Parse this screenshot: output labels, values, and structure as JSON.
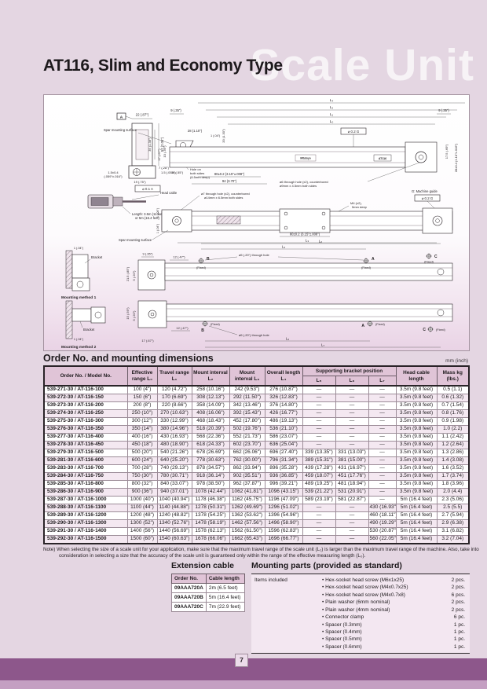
{
  "page": {
    "title": "AT116, Slim and Economy Type",
    "watermark": "Scale Unit",
    "page_number": "7",
    "colors": {
      "background": "#e4d6e2",
      "footer_bar": "#8d578b",
      "table_header": "#e0c4d7",
      "watermark": "#ffffff"
    }
  },
  "drawing": {
    "datum_a": "A",
    "dim_22": "22 (.87\")",
    "dim_35": "35 (1.38\")",
    "dim_52": "52 (2.05\")",
    "dim_1_5a": "1.5±0.4",
    "dim_1_5a2": "(.059\"±.016\")",
    "dim_19": "19 (.75\")",
    "dim_1_5b": "1.5 (.059\")",
    "fcf_01a": "⌀ 0.1  A",
    "dim_9": "9 (.35\")",
    "spar": "Spar mounting surface",
    "dim_28": "28 (1.10\")",
    "dim_1": "1 (.04\")",
    "dim_33": "33 (1.30\")",
    "dim_17": "17 (.67\")",
    "dim_10": "10 (.39\")",
    "dim_7": "7 (.28\")",
    "dim_14": "14 (.55\")",
    "hole_a1": "Hole on",
    "hole_a2": "both sides",
    "hole_a3": "(6.5mm deep)",
    "L0": "L₀",
    "L1": "L₁",
    "L2": "L₂",
    "L3": "L₃",
    "L4": "L₄",
    "L5": "L₅",
    "L6": "L₆",
    "L7": "L₇",
    "fcf_02g": "⌀ 0.2  G",
    "dim_17_5": "17.5 (.69\")",
    "dim_28b": "28±0.4 (1.10\"±.016\")",
    "hole6_1": "⌀6 through hole (x2), counterbored",
    "hole6_2": "⌀9mm x 4.5mm both sides",
    "dim_80": "80±0.2 (3.15\"±.008\")",
    "dim_94": "94 (3.70\")",
    "head_cable": "Head cable",
    "len_1": "Length: 3.5m (11 feet)",
    "len_2": "or 5m (16.4 feet)",
    "hole7_1": "⌀7 through hole (x2), counterbored",
    "hole7_2": "⌀14mm x 6.5mm both sides",
    "m4_1": "M4 (x2),",
    "m4_2": "5mm deep",
    "guide": "G: Machine guide",
    "brand": "Mitutoyo",
    "scale_mark": "AT116",
    "bracket": "Bracket",
    "method1": "Mounting method 1",
    "method2": "Mounting method 2",
    "dim_12": "12 (.47\")",
    "dim_21_5": "21.5 (.85\")",
    "dim_5": "5 (.20\")",
    "dim_15": "15 (.59\")",
    "hole5": "⌀5 (.20\") through hole",
    "fixed": "(Fixed)",
    "pt_a": "A",
    "pt_b": "B",
    "pt_c": "C"
  },
  "order_table": {
    "title": "Order No. and mounting dimensions",
    "units": "mm (inch)",
    "headers": {
      "order": "Order No. / Model No.",
      "effective": "Effective range L₀",
      "travel": "Travel range L₁",
      "mount2": "Mount interval L₂",
      "mount3": "Mount interval L₃",
      "overall": "Overall length L₄",
      "bracket": "Supporting bracket position",
      "l5": "L₅",
      "l6": "L₆",
      "l7": "L₇",
      "cable": "Head cable length",
      "mass": "Mass kg (lbs.)"
    },
    "rows": [
      [
        "539-271-30 / AT-116-100",
        "100 (4\")",
        "120 (4.72\")",
        "258 (10.16\")",
        "242 (9.53\")",
        "276 (10.87\")",
        "—",
        "—",
        "—",
        "3.5m (9.8 feet)",
        "0.5 (1.1)"
      ],
      [
        "539-272-30 / AT-116-150",
        "150 (6\")",
        "170 (6.69\")",
        "308 (12.13\")",
        "292 (11.50\")",
        "326 (12.83\")",
        "—",
        "—",
        "—",
        "3.5m (9.8 feet)",
        "0.6 (1.32)"
      ],
      [
        "539-273-30 / AT-116-200",
        "200 (8\")",
        "220 (8.66\")",
        "358 (14.09\")",
        "342 (13.46\")",
        "376 (14.80\")",
        "—",
        "—",
        "—",
        "3.5m (9.8 feet)",
        "0.7 (1.54)"
      ],
      [
        "539-274-30 / AT-116-250",
        "250 (10\")",
        "270 (10.63\")",
        "408 (16.06\")",
        "392 (15.43\")",
        "426 (16.77\")",
        "—",
        "—",
        "—",
        "3.5m (9.8 feet)",
        "0.8 (1.76)"
      ],
      [
        "539-275-30 / AT-116-300",
        "300 (12\")",
        "330 (12.99\")",
        "468 (18.43\")",
        "452 (17.80\")",
        "486 (19.13\")",
        "—",
        "—",
        "—",
        "3.5m (9.8 feet)",
        "0.9 (1.98)"
      ],
      [
        "539-276-30 / AT-116-350",
        "350 (14\")",
        "380 (14.96\")",
        "518 (20.39\")",
        "502 (19.76\")",
        "536 (21.10\")",
        "—",
        "—",
        "—",
        "3.5m (9.8 feet)",
        "1.0 (2.2)"
      ],
      [
        "539-277-30 / AT-116-400",
        "400 (16\")",
        "430 (16.93\")",
        "568 (22.36\")",
        "552 (21.73\")",
        "586 (23.07\")",
        "—",
        "—",
        "—",
        "3.5m (9.8 feet)",
        "1.1 (2.42)"
      ],
      [
        "539-278-30 / AT-116-450",
        "450 (18\")",
        "480 (18.90\")",
        "618 (24.33\")",
        "602 (23.70\")",
        "636 (25.04\")",
        "—",
        "—",
        "—",
        "3.5m (9.8 feet)",
        "1.2 (2.64)"
      ],
      [
        "539-279-30 / AT-116-500",
        "500 (20\")",
        "540 (21.26\")",
        "678 (26.69\")",
        "662 (26.06\")",
        "696 (27.40\")",
        "339 (13.35\")",
        "331 (13.03\")",
        "—",
        "3.5m (9.8 feet)",
        "1.3 (2.86)"
      ],
      [
        "539-281-30 / AT-116-600",
        "600 (24\")",
        "640 (25.20\")",
        "778 (30.63\")",
        "762 (30.00\")",
        "796 (31.34\")",
        "389 (15.31\")",
        "381 (15.00\")",
        "—",
        "3.5m (9.8 feet)",
        "1.4 (3.08)"
      ],
      [
        "539-283-30 / AT-116-700",
        "700 (28\")",
        "740 (29.13\")",
        "878 (34.57\")",
        "862 (33.94\")",
        "896 (35.28\")",
        "439 (17.28\")",
        "431 (16.97\")",
        "—",
        "3.5m (9.8 feet)",
        "1.6 (3.52)"
      ],
      [
        "539-284-30 / AT-116-750",
        "750 (30\")",
        "780 (30.71\")",
        "918 (36.14\")",
        "902 (35.51\")",
        "936 (36.85\")",
        "459 (18.07\")",
        "451 (17.76\")",
        "—",
        "3.5m (9.8 feet)",
        "1.7 (3.74)"
      ],
      [
        "539-285-30 / AT-116-800",
        "800 (32\")",
        "840 (33.07\")",
        "978 (38.50\")",
        "962 (37.87\")",
        "996 (39.21\")",
        "489 (19.25\")",
        "481 (18.94\")",
        "—",
        "3.5m (9.8 feet)",
        "1.8 (3.96)"
      ],
      [
        "539-286-30 / AT-116-900",
        "900 (36\")",
        "940 (37.01\")",
        "1078 (42.44\")",
        "1062 (41.81\")",
        "1096 (43.15\")",
        "539 (21.22\")",
        "531 (20.91\")",
        "—",
        "3.5m (9.8 feet)",
        "2.0 (4.4)"
      ],
      [
        "539-287-30 / AT-116-1000",
        "1000 (40\")",
        "1040 (40.94\")",
        "1178 (46.38\")",
        "1162 (45.75\")",
        "1196 (47.09\")",
        "589 (23.19\")",
        "581 (22.87\")",
        "—",
        "5m (16.4 feet)",
        "2.3 (5.06)"
      ],
      [
        "539-288-30 / AT-116-1100",
        "1100 (44\")",
        "1140 (44.88\")",
        "1278 (50.31\")",
        "1262 (49.69\")",
        "1296 (51.02\")",
        "—",
        "—",
        "430 (16.93\")",
        "5m (16.4 feet)",
        "2.5 (5.5)"
      ],
      [
        "539-289-30 / AT-116-1200",
        "1200 (48\")",
        "1240 (48.82\")",
        "1378 (54.25\")",
        "1362 (53.62\")",
        "1396 (54.96\")",
        "—",
        "—",
        "460 (18.11\")",
        "5m (16.4 feet)",
        "2.7 (5.94)"
      ],
      [
        "539-290-30 / AT-116-1300",
        "1300 (52\")",
        "1340 (52.76\")",
        "1478 (58.19\")",
        "1462 (57.56\")",
        "1496 (58.90\")",
        "—",
        "—",
        "490 (19.29\")",
        "5m (16.4 feet)",
        "2.9 (6.38)"
      ],
      [
        "539-291-30 / AT-116-1400",
        "1400 (56\")",
        "1440 (56.69\")",
        "1578 (62.13\")",
        "1562 (61.50\")",
        "1596 (62.83\")",
        "—",
        "—",
        "530 (20.87\")",
        "5m (16.4 feet)",
        "3.1 (6.82)"
      ],
      [
        "539-292-30 / AT-116-1500",
        "1500 (60\")",
        "1540 (60.63\")",
        "1678 (66.06\")",
        "1662 (65.43\")",
        "1696 (66.77\")",
        "—",
        "—",
        "560 (22.05\")",
        "5m (16.4 feet)",
        "3.2 (7.04)"
      ]
    ]
  },
  "note": "Note) When selecting the size of a scale unit for your application, make sure that the maximum travel range of the scale unit (L₁) is larger than the maximum travel range of the machine. Also, take into consideration in selecting a size that the accuracy of the scale unit is guaranteed only within the range of the effective measuring length (L₀).",
  "extension_cable": {
    "title": "Extension cable",
    "col_order": "Order No.",
    "col_length": "Cable length",
    "rows": [
      [
        "09AAA720A",
        "2m (6.5 feet)"
      ],
      [
        "09AAA720B",
        "5m (16.4 feet)"
      ],
      [
        "09AAA720C",
        "7m (22.9 feet)"
      ]
    ]
  },
  "mounting_parts": {
    "title": "Mounting parts (provided as standard)",
    "items_label": "Items included",
    "items": [
      {
        "name": "Hex-socket head screw (M6x1x25)",
        "qty": "2 pcs."
      },
      {
        "name": "Hex-socket head screw (M4x0.7x25)",
        "qty": "2 pcs."
      },
      {
        "name": "Hex-socket head screw (M4x0.7x8)",
        "qty": "6 pcs."
      },
      {
        "name": "Plain washer (6mm nominal)",
        "qty": "2 pcs."
      },
      {
        "name": "Plain washer (4mm nominal)",
        "qty": "2 pcs."
      },
      {
        "name": "Connector clamp",
        "qty": "6 pc."
      },
      {
        "name": "Spacer (0.3mm)",
        "qty": "1 pc."
      },
      {
        "name": "Spacer (0.4mm)",
        "qty": "1 pc."
      },
      {
        "name": "Spacer (0.5mm)",
        "qty": "1 pc."
      },
      {
        "name": "Spacer (0.6mm)",
        "qty": "1 pc."
      }
    ]
  }
}
